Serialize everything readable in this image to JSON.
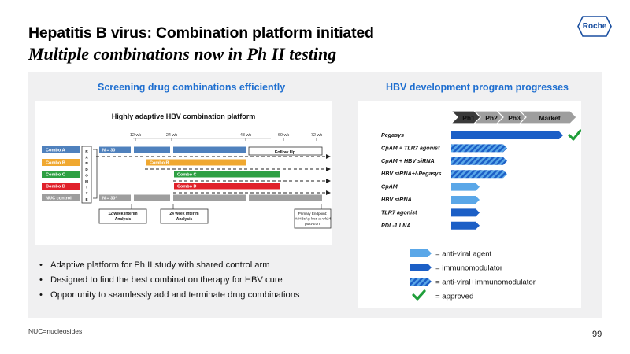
{
  "header": {
    "title": "Hepatitis B virus: Combination platform initiated",
    "subtitle": "Multiple combinations now in Ph II testing",
    "logo_text": "Roche"
  },
  "left_section": {
    "heading": "Screening drug combinations efficiently",
    "figure": {
      "title": "Highly adaptive HBV combination platform",
      "week_labels": [
        "12 wk",
        "24 wk",
        "48 wk",
        "60 wk",
        "72 wk"
      ],
      "arms": [
        {
          "label": "Combo A",
          "bar_text": "N = 30",
          "color": "#4f81bd"
        },
        {
          "label": "Combo B",
          "bar_text": "Combo B",
          "color": "#f0a830"
        },
        {
          "label": "Combo C",
          "bar_text": "Combo C",
          "color": "#2ea043"
        },
        {
          "label": "Combo D",
          "bar_text": "Combo D",
          "color": "#e0202a"
        },
        {
          "label": "NUC control",
          "bar_text": "N = 30*",
          "color": "#9e9e9e"
        }
      ],
      "randomize_letters": [
        "R",
        "A",
        "N",
        "D",
        "O",
        "M",
        "I",
        "Z",
        "E"
      ],
      "follow_up": "Follow Up",
      "interim_12": [
        "12 week Interim",
        "Analysis"
      ],
      "interim_24": [
        "24 week Interim",
        "Analysis"
      ],
      "endpoint": [
        "Primary Endpoint:",
        "% HBsAg loss at wk24",
        "post-EOT"
      ]
    },
    "bullets": [
      "Adaptive platform for Ph II study with shared control arm",
      "Designed to find the best combination therapy for HBV cure",
      "Opportunity to seamlessly add and terminate drug combinations"
    ]
  },
  "right_section": {
    "heading": "HBV development program progresses",
    "phases": [
      "Ph1",
      "Ph2",
      "Ph3",
      "Market"
    ],
    "programs": [
      {
        "name": "Pegasys",
        "type": "anti-viral",
        "progress": 1.0,
        "approved": true
      },
      {
        "name": "CpAM + TLR7 agonist",
        "type": "combo",
        "progress": 0.5,
        "approved": false
      },
      {
        "name": "CpAM + HBV siRNA",
        "type": "combo",
        "progress": 0.5,
        "approved": false
      },
      {
        "name": "HBV siRNA+/-Pegasys",
        "type": "combo",
        "progress": 0.5,
        "approved": false
      },
      {
        "name": "CpAM",
        "type": "anti-viral",
        "progress": 0.25,
        "approved": false
      },
      {
        "name": "HBV siRNA",
        "type": "anti-viral",
        "progress": 0.25,
        "approved": false
      },
      {
        "name": "TLR7 agonist",
        "type": "immunomodulator",
        "progress": 0.25,
        "approved": false
      },
      {
        "name": "PDL-1 LNA",
        "type": "immunomodulator",
        "progress": 0.25,
        "approved": false
      }
    ],
    "legend": {
      "anti_viral": "= anti-viral agent",
      "immunomodulator": "= immunomodulator",
      "combo": "= anti-viral+immunomodulator",
      "approved": "= approved"
    },
    "colors": {
      "anti_viral": "#5aa7e8",
      "immunomodulator": "#1c5fc6",
      "approved": "#1f9e3a"
    }
  },
  "footer": {
    "footnote": "NUC=nucleosides",
    "page_number": "99"
  }
}
